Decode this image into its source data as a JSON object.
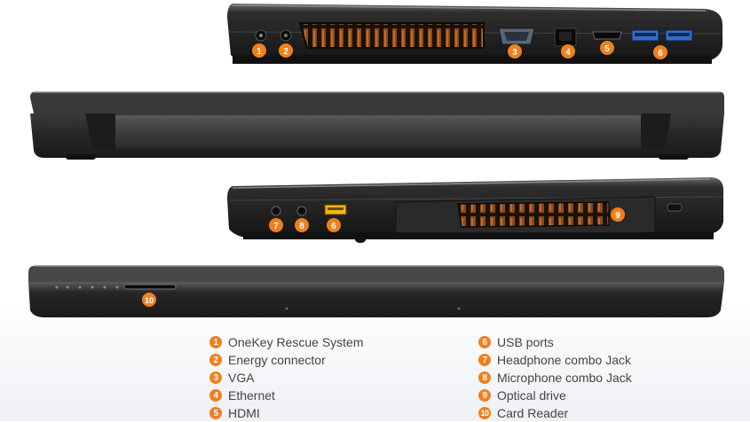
{
  "colors": {
    "badge": "#f0801e",
    "body": "#2b2b2b",
    "usb_blue": "#2f6fd0",
    "usb_yellow": "#f2b51b"
  },
  "callouts": {
    "c1": "1",
    "c2": "2",
    "c3": "3",
    "c4": "4",
    "c5": "5",
    "c6a": "6",
    "c7": "7",
    "c8": "8",
    "c6b": "6",
    "c9": "9",
    "c10": "10"
  },
  "legend": {
    "left": [
      {
        "num": "1",
        "label": "OneKey Rescue System"
      },
      {
        "num": "2",
        "label": "Energy connector"
      },
      {
        "num": "3",
        "label": "VGA"
      },
      {
        "num": "4",
        "label": "Ethernet"
      },
      {
        "num": "5",
        "label": "HDMI"
      }
    ],
    "right": [
      {
        "num": "6",
        "label": "USB ports"
      },
      {
        "num": "7",
        "label": "Headphone combo Jack"
      },
      {
        "num": "8",
        "label": "Microphone combo Jack"
      },
      {
        "num": "9",
        "label": "Optical drive"
      },
      {
        "num": "10",
        "label": "Card Reader"
      }
    ]
  }
}
